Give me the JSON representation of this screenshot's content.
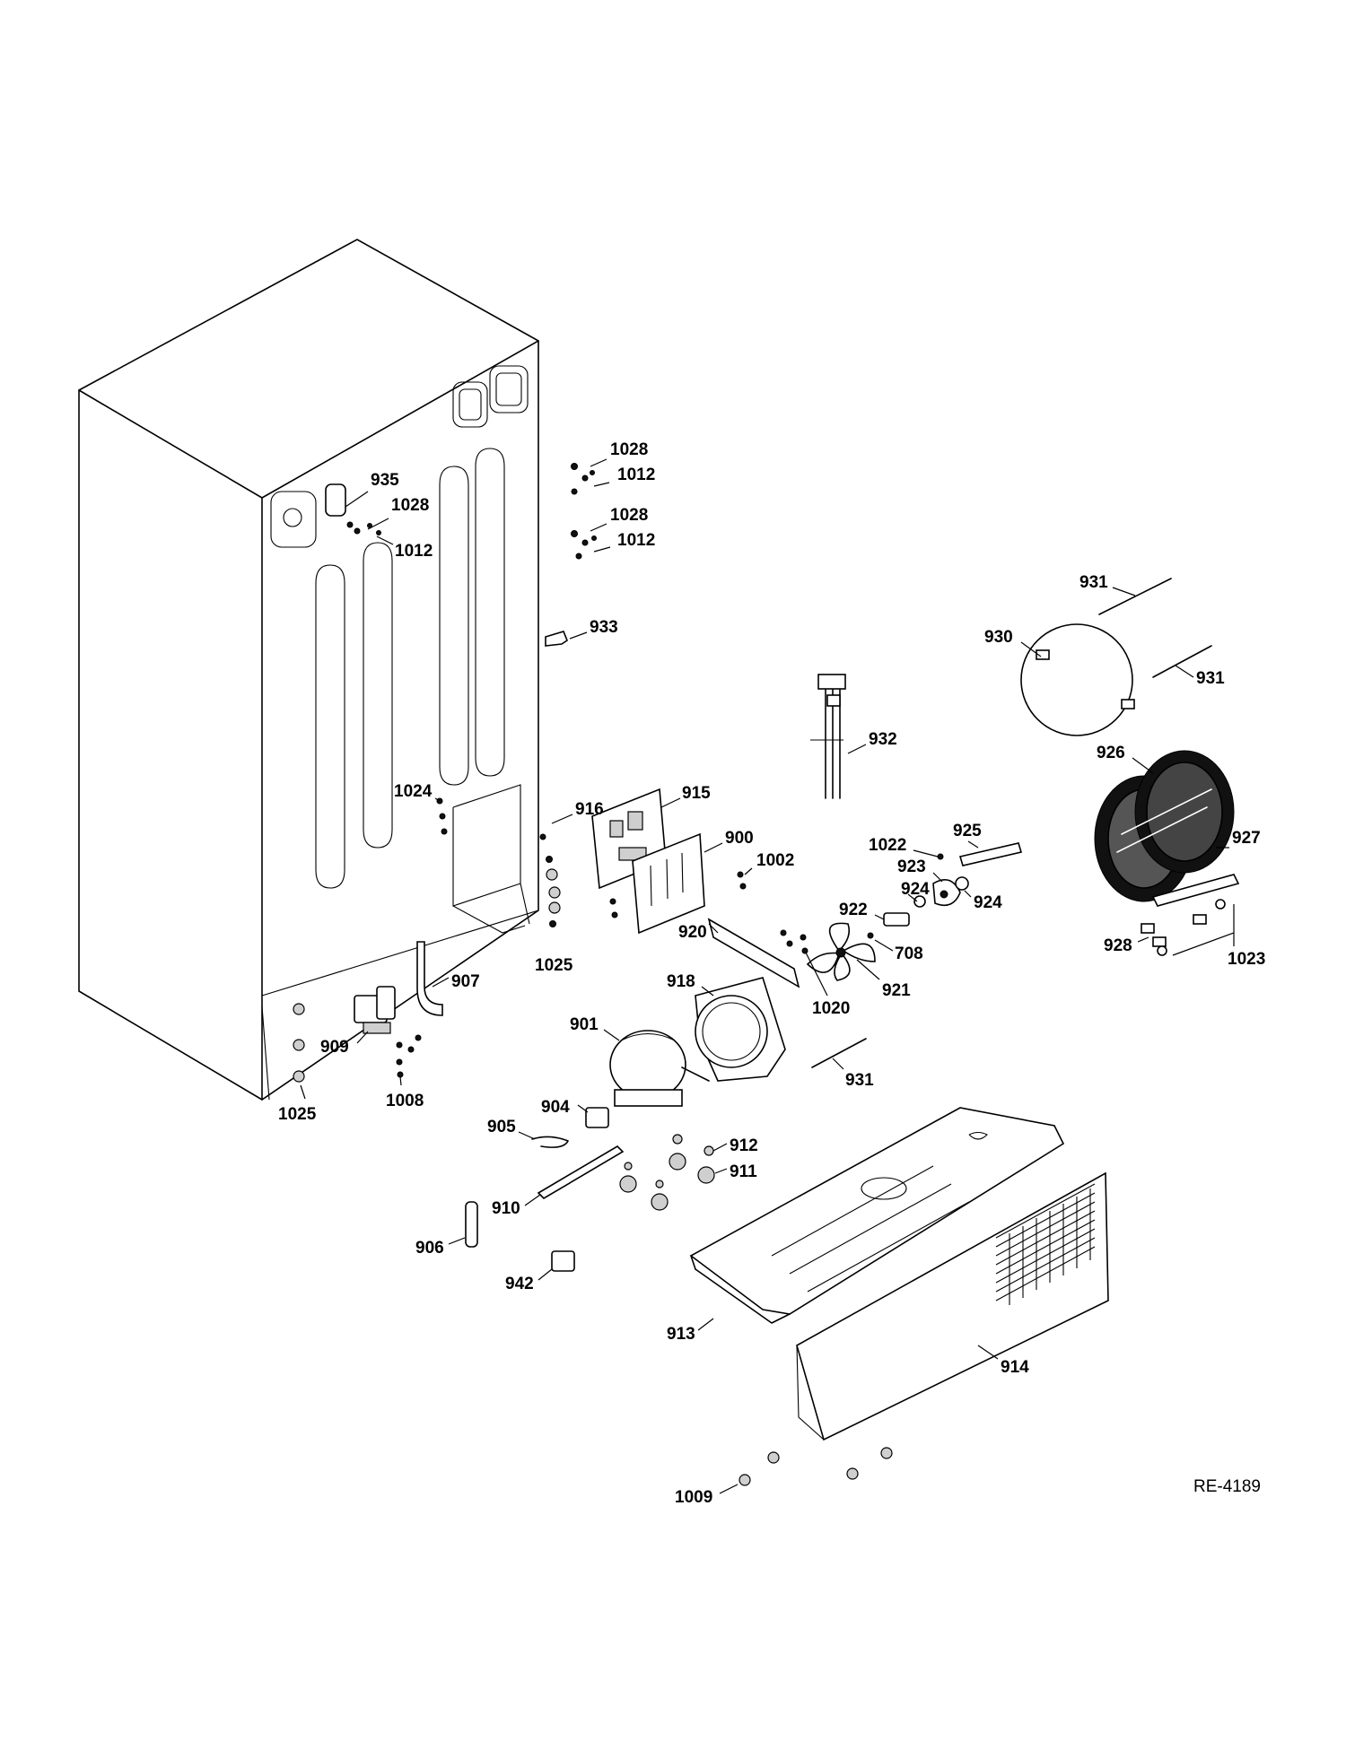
{
  "diagram_ref": "RE-4189",
  "labels": [
    {
      "id": "l935",
      "text": "935"
    },
    {
      "id": "l1028a",
      "text": "1028"
    },
    {
      "id": "l1012a",
      "text": "1012"
    },
    {
      "id": "l1028b",
      "text": "1028"
    },
    {
      "id": "l1012b",
      "text": "1012"
    },
    {
      "id": "l1028c",
      "text": "1028"
    },
    {
      "id": "l1012c",
      "text": "1012"
    },
    {
      "id": "l933",
      "text": "933"
    },
    {
      "id": "l931a",
      "text": "931"
    },
    {
      "id": "l930",
      "text": "930"
    },
    {
      "id": "l931b",
      "text": "931"
    },
    {
      "id": "l932",
      "text": "932"
    },
    {
      "id": "l926",
      "text": "926"
    },
    {
      "id": "l1024",
      "text": "1024"
    },
    {
      "id": "l916",
      "text": "916"
    },
    {
      "id": "l915",
      "text": "915"
    },
    {
      "id": "l900",
      "text": "900"
    },
    {
      "id": "l1002",
      "text": "1002"
    },
    {
      "id": "l1022",
      "text": "1022"
    },
    {
      "id": "l925",
      "text": "925"
    },
    {
      "id": "l923",
      "text": "923"
    },
    {
      "id": "l927",
      "text": "927"
    },
    {
      "id": "l924a",
      "text": "924"
    },
    {
      "id": "l924b",
      "text": "924"
    },
    {
      "id": "l922",
      "text": "922"
    },
    {
      "id": "l1025a",
      "text": "1025"
    },
    {
      "id": "l920",
      "text": "920"
    },
    {
      "id": "l708",
      "text": "708"
    },
    {
      "id": "l928",
      "text": "928"
    },
    {
      "id": "l1023",
      "text": "1023"
    },
    {
      "id": "l907",
      "text": "907"
    },
    {
      "id": "l918",
      "text": "918"
    },
    {
      "id": "l921",
      "text": "921"
    },
    {
      "id": "l1020",
      "text": "1020"
    },
    {
      "id": "l901",
      "text": "901"
    },
    {
      "id": "l909",
      "text": "909"
    },
    {
      "id": "l931c",
      "text": "931"
    },
    {
      "id": "l1008",
      "text": "1008"
    },
    {
      "id": "l1025b",
      "text": "1025"
    },
    {
      "id": "l904",
      "text": "904"
    },
    {
      "id": "l905",
      "text": "905"
    },
    {
      "id": "l912",
      "text": "912"
    },
    {
      "id": "l911",
      "text": "911"
    },
    {
      "id": "l910",
      "text": "910"
    },
    {
      "id": "l906",
      "text": "906"
    },
    {
      "id": "l942",
      "text": "942"
    },
    {
      "id": "l913",
      "text": "913"
    },
    {
      "id": "l914",
      "text": "914"
    },
    {
      "id": "l1009",
      "text": "1009"
    }
  ]
}
